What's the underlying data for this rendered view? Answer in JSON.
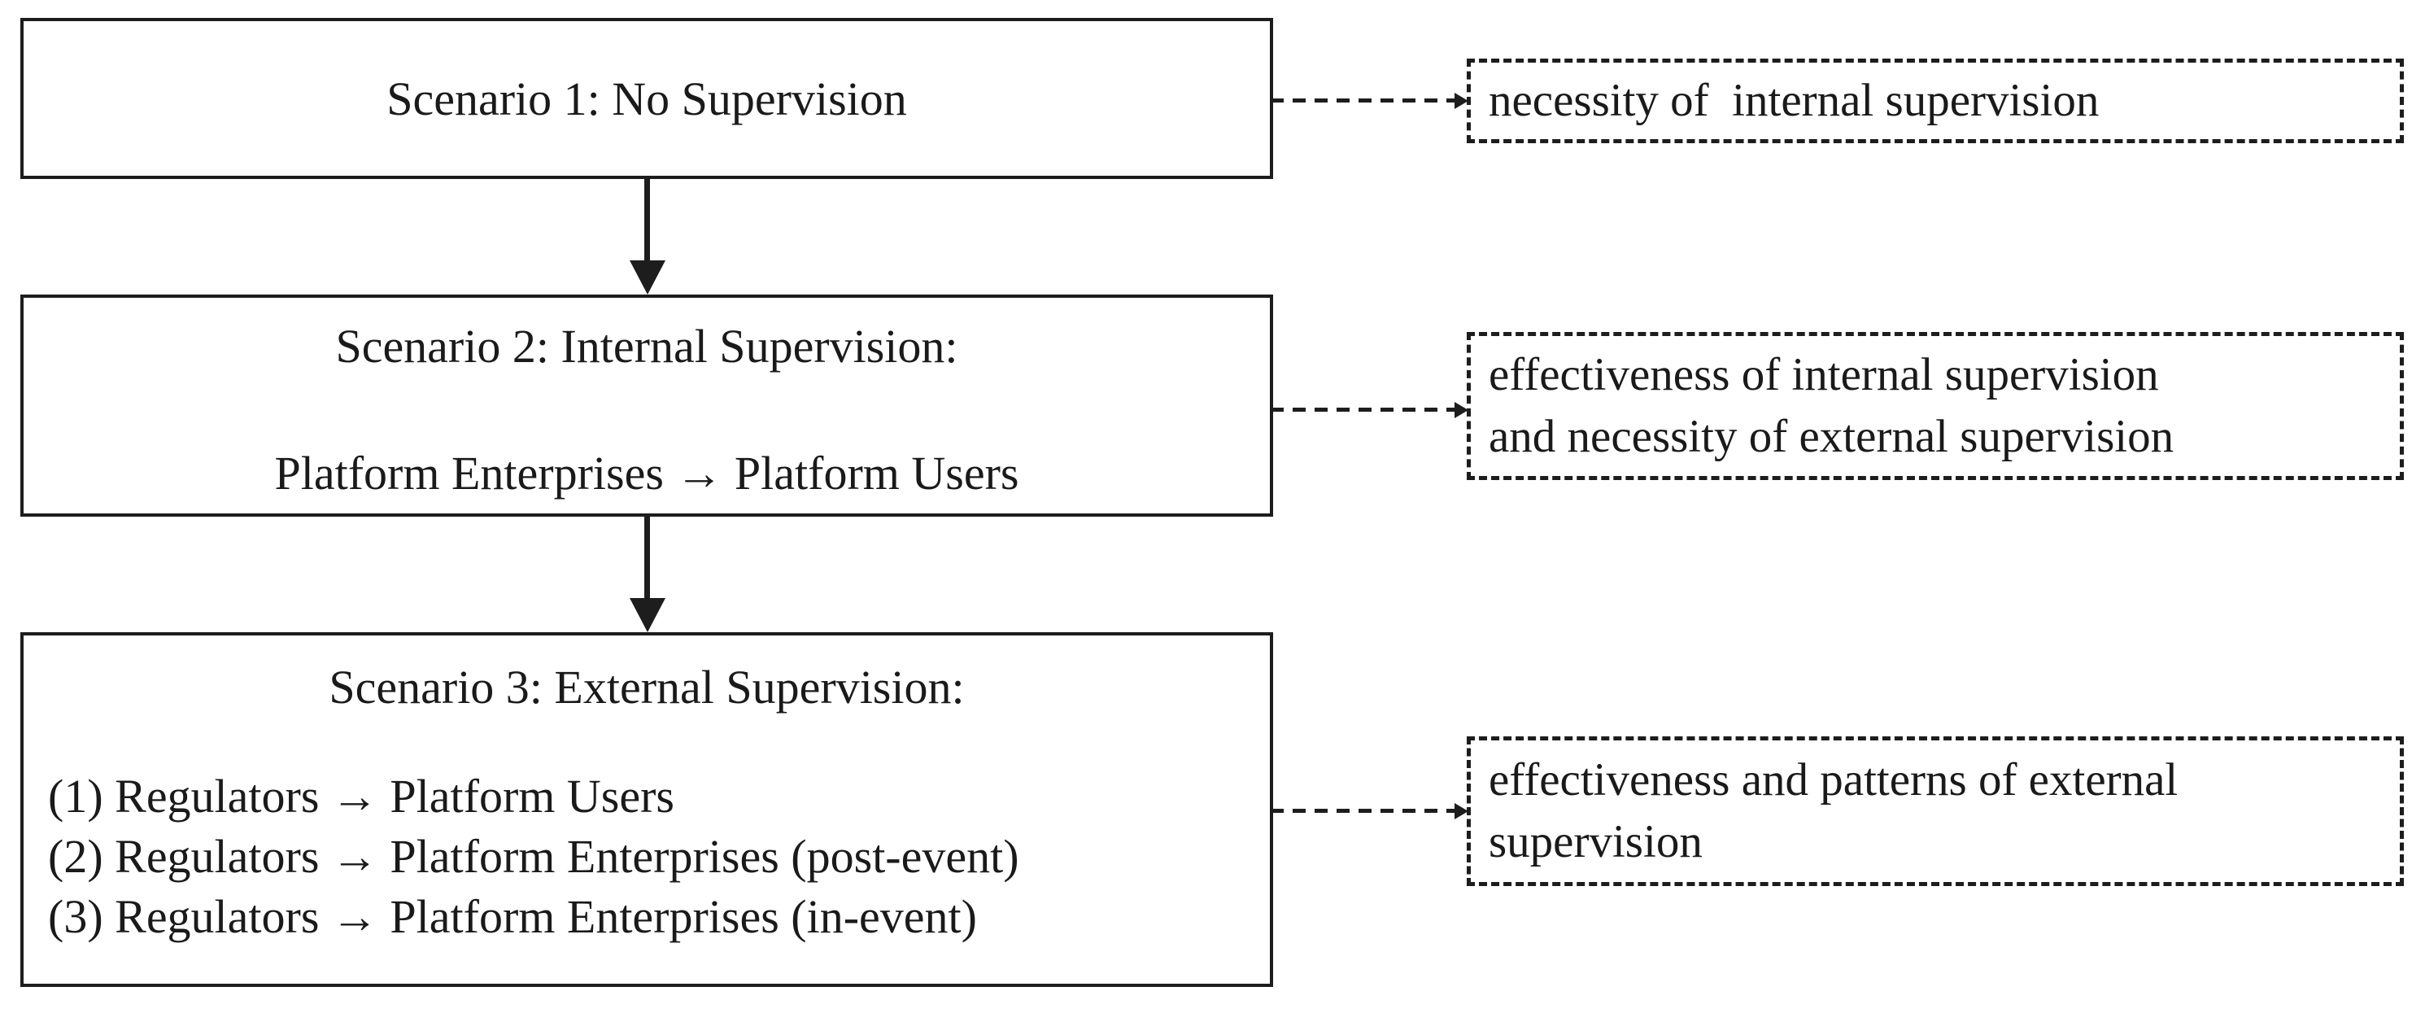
{
  "diagram": {
    "background_color": "#ffffff",
    "ink_color": "#1d1d1d",
    "scenario_boxes": [
      {
        "title": "Scenario 1: No Supervision"
      },
      {
        "title": "Scenario 2: Internal Supervision:",
        "line": "Platform Enterprises → Platform Users"
      },
      {
        "title": "Scenario 3: External Supervision:",
        "items": [
          "(1) Regulators → Platform Users",
          "(2) Regulators → Platform Enterprises (post-event)",
          "(3) Regulators → Platform Enterprises (in-event)"
        ]
      }
    ],
    "annotation_boxes": [
      {
        "lines": [
          "necessity of  internal supervision"
        ]
      },
      {
        "lines": [
          "effectiveness of internal supervision",
          "and necessity of external supervision"
        ]
      },
      {
        "lines": [
          "effectiveness and patterns of external",
          "supervision"
        ]
      }
    ]
  }
}
